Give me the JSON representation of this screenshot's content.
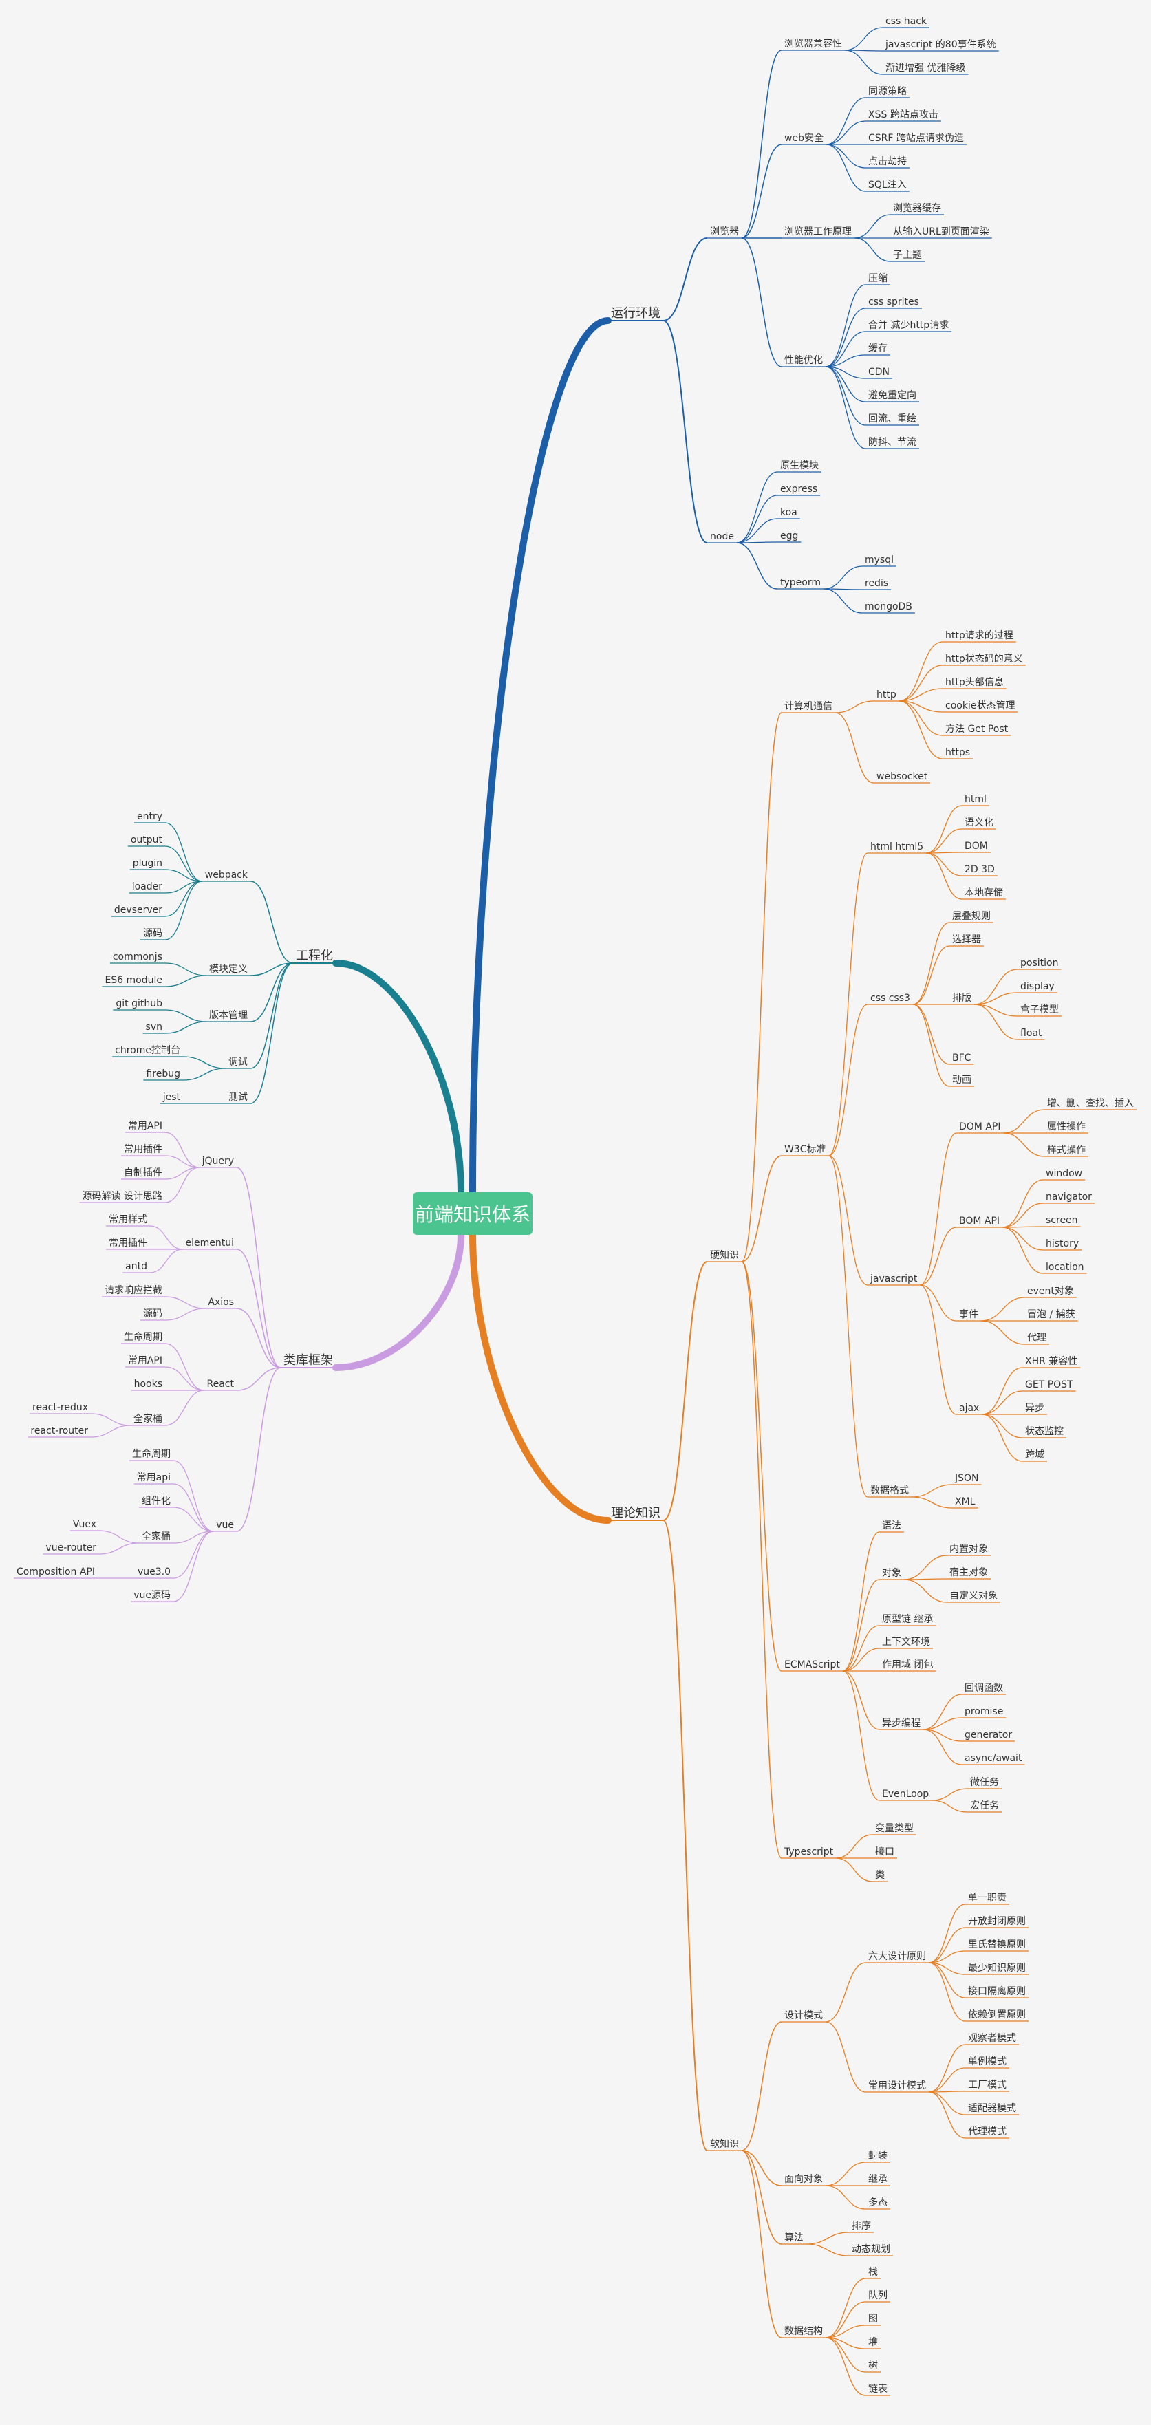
{
  "root": {
    "label": "前端知识体系",
    "color": "#4cc48f"
  },
  "colors": {
    "runtime": "#1c5fa8",
    "theory": "#e67e22",
    "engineering": "#1a7f8e",
    "framework": "#c99be0"
  },
  "branches": {
    "runtime": {
      "label": "运行环境",
      "children": {
        "browser": {
          "label": "浏览器",
          "children": {
            "compat": {
              "label": "浏览器兼容性",
              "items": [
                "css hack",
                "javascript 的80事件系统",
                "渐进增强 优雅降级"
              ]
            },
            "websec": {
              "label": "web安全",
              "items": [
                "同源策略",
                "XSS 跨站点攻击",
                "CSRF 跨站点请求伪造",
                "点击劫持",
                "SQL注入"
              ]
            },
            "principle": {
              "label": "浏览器工作原理",
              "items": [
                "浏览器缓存",
                "从输入URL到页面渲染",
                "子主题"
              ]
            },
            "perf": {
              "label": "性能优化",
              "items": [
                "压缩",
                "css sprites",
                "合并 减少http请求",
                "缓存",
                "CDN",
                "避免重定向",
                "回流、重绘",
                "防抖、节流"
              ]
            }
          }
        },
        "node": {
          "label": "node",
          "items": [
            "原生模块",
            "express",
            "koa",
            "egg"
          ],
          "typeorm": {
            "label": "typeorm",
            "items": [
              "mysql",
              "redis",
              "mongoDB"
            ]
          }
        }
      }
    },
    "theory": {
      "label": "理论知识",
      "children": {
        "hard": {
          "label": "硬知识",
          "children": {
            "network": {
              "label": "计算机通信",
              "http": {
                "label": "http",
                "items": [
                  "http请求的过程",
                  "http状态码的意义",
                  "http头部信息",
                  "cookie状态管理",
                  "方法 Get Post",
                  "https"
                ]
              },
              "websocket": "websocket"
            },
            "w3c": {
              "label": "W3C标准",
              "html": {
                "label": "html html5",
                "items": [
                  "html",
                  "语义化",
                  "DOM",
                  "2D 3D",
                  "本地存储"
                ]
              },
              "css": {
                "label": "css css3",
                "items_before": [
                  "层叠规则",
                  "选择器"
                ],
                "layout": {
                  "label": "排版",
                  "items": [
                    "position",
                    "display",
                    "盒子模型",
                    "float"
                  ]
                },
                "items_after": [
                  "BFC",
                  "动画"
                ]
              },
              "js": {
                "label": "javascript",
                "dom": {
                  "label": "DOM API",
                  "items": [
                    "增、删、查找、插入",
                    "属性操作",
                    "样式操作"
                  ]
                },
                "bom": {
                  "label": "BOM API",
                  "items": [
                    "window",
                    "navigator",
                    "screen",
                    "history",
                    "location"
                  ]
                },
                "event": {
                  "label": "事件",
                  "items": [
                    "event对象",
                    "冒泡 / 捕获",
                    "代理"
                  ]
                },
                "ajax": {
                  "label": "ajax",
                  "items": [
                    "XHR 兼容性",
                    "GET POST",
                    "异步",
                    "状态监控",
                    "跨域"
                  ]
                }
              },
              "format": {
                "label": "数据格式",
                "items": [
                  "JSON",
                  "XML"
                ]
              }
            },
            "ecma": {
              "label": "ECMAScript",
              "grammar": "语法",
              "object": {
                "label": "对象",
                "items": [
                  "内置对象",
                  "宿主对象",
                  "自定义对象"
                ]
              },
              "proto": "原型链 继承",
              "context": "上下文环境",
              "scope": "作用域 闭包",
              "async": {
                "label": "异步编程",
                "items": [
                  "回调函数",
                  "promise",
                  "generator",
                  "async/await"
                ]
              },
              "loop": {
                "label": "EvenLoop",
                "items": [
                  "微任务",
                  "宏任务"
                ]
              }
            },
            "ts": {
              "label": "Typescript",
              "items": [
                "变量类型",
                "接口",
                "类"
              ]
            }
          }
        },
        "soft": {
          "label": "软知识",
          "children": {
            "dp": {
              "label": "设计模式",
              "principles": {
                "label": "六大设计原则",
                "items": [
                  "单一职责",
                  "开放封闭原则",
                  "里氏替换原则",
                  "最少知识原则",
                  "接口隔离原则",
                  "依赖倒置原则"
                ]
              },
              "patterns": {
                "label": "常用设计模式",
                "items": [
                  "观察者模式",
                  "单例模式",
                  "工厂模式",
                  "适配器模式",
                  "代理模式"
                ]
              }
            },
            "oop": {
              "label": "面向对象",
              "items": [
                "封装",
                "继承",
                "多态"
              ]
            },
            "algo": {
              "label": "算法",
              "items": [
                "排序",
                "动态规划"
              ]
            },
            "ds": {
              "label": "数据结构",
              "items": [
                "栈",
                "队列",
                "图",
                "堆",
                "树",
                "链表"
              ]
            }
          }
        }
      }
    },
    "engineering": {
      "label": "工程化",
      "children": {
        "webpack": {
          "label": "webpack",
          "items": [
            "entry",
            "output",
            "plugin",
            "loader",
            "devserver",
            "源码"
          ]
        },
        "module": {
          "label": "模块定义",
          "items": [
            "commonjs",
            "ES6 module"
          ]
        },
        "vcs": {
          "label": "版本管理",
          "items": [
            "git github",
            "svn"
          ]
        },
        "debug": {
          "label": "调试",
          "items": [
            "chrome控制台",
            "firebug"
          ]
        },
        "test": {
          "label": "测试",
          "items": [
            "jest"
          ]
        }
      }
    },
    "framework": {
      "label": "类库框架",
      "children": {
        "jquery": {
          "label": "jQuery",
          "items": [
            "常用API",
            "常用插件",
            "自制插件",
            "源码解读 设计思路"
          ]
        },
        "elementui": {
          "label": "elementui",
          "items": [
            "常用样式",
            "常用插件",
            "antd"
          ]
        },
        "axios": {
          "label": "Axios",
          "items": [
            "请求响应拦截",
            "源码"
          ]
        },
        "react": {
          "label": "React",
          "items": [
            "生命周期",
            "常用API",
            "hooks"
          ],
          "bucket": {
            "label": "全家桶",
            "items": [
              "react-redux",
              "react-router"
            ]
          }
        },
        "vue": {
          "label": "vue",
          "items": [
            "生命周期",
            "常用api",
            "组件化"
          ],
          "bucket": {
            "label": "全家桶",
            "items": [
              "Vuex",
              "vue-router"
            ]
          },
          "v3": {
            "label": "vue3.0",
            "items": [
              "Composition API"
            ]
          },
          "src": "vue源码"
        }
      }
    }
  }
}
